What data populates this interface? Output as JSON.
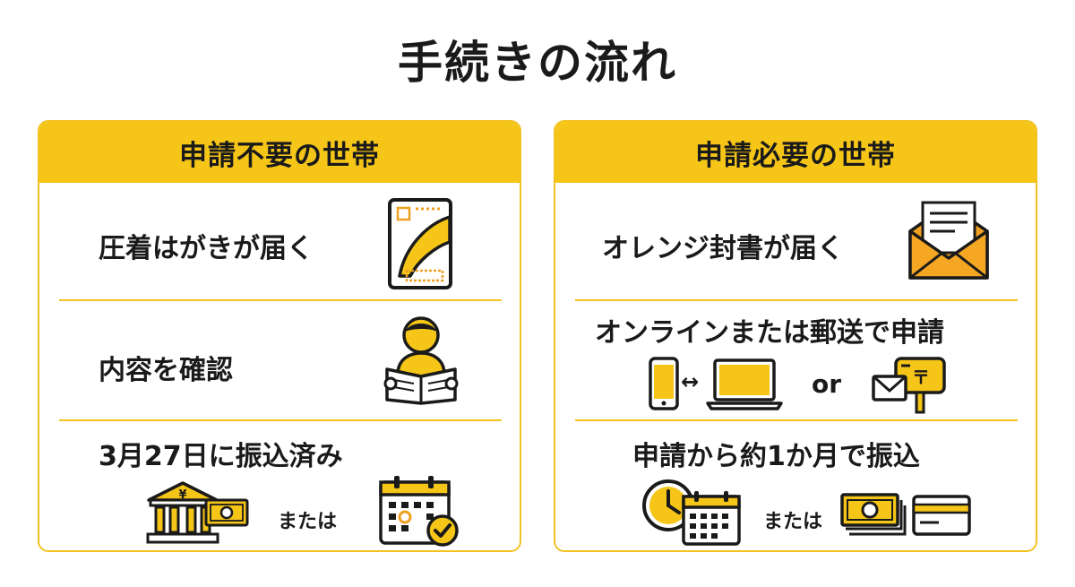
{
  "title": "手続きの流れ",
  "colors": {
    "accent": "#f5c518",
    "ink": "#1a1a1a",
    "orange": "#f0a020"
  },
  "left": {
    "header": "申請不要の世帯",
    "steps": [
      {
        "text": "圧着はがきが届く",
        "icon": "postcard-icon"
      },
      {
        "text": "内容を確認",
        "icon": "person-reading-icon"
      },
      {
        "text": "3月27日に振込済み",
        "icons": [
          "bank-icon",
          "cash-icon",
          "calendar-check-icon"
        ],
        "or_text": "または"
      }
    ]
  },
  "right": {
    "header": "申請必要の世帯",
    "steps": [
      {
        "text": "オレンジ封書が届く",
        "icon": "envelope-icon"
      },
      {
        "text": "オンラインまたは郵送で申請",
        "icons": [
          "smartphone-icon",
          "arrows-icon",
          "laptop-icon",
          "mailbox-icon"
        ],
        "arrow": "↔",
        "or_text": "or"
      },
      {
        "text": "申請から約1か月で振込",
        "icons": [
          "clock-icon",
          "calendar-icon",
          "cash-stack-icon",
          "credit-card-icon"
        ],
        "or_text": "または"
      }
    ]
  }
}
